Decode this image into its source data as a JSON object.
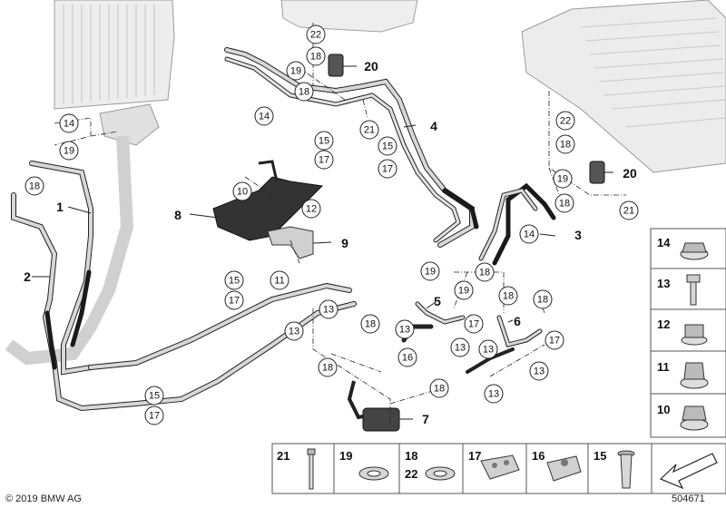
{
  "diagram": {
    "part_callouts": [
      {
        "id": "c14a",
        "text": "14"
      },
      {
        "id": "c19a",
        "text": "19"
      },
      {
        "id": "c18a",
        "text": "18"
      },
      {
        "id": "c22a",
        "text": "22"
      },
      {
        "id": "c18b",
        "text": "18"
      },
      {
        "id": "c19b",
        "text": "19"
      },
      {
        "id": "c18c",
        "text": "18"
      },
      {
        "id": "c14b",
        "text": "14"
      },
      {
        "id": "c21a",
        "text": "21"
      },
      {
        "id": "c15a",
        "text": "15"
      },
      {
        "id": "c17a",
        "text": "17"
      },
      {
        "id": "c15b",
        "text": "15"
      },
      {
        "id": "c17b",
        "text": "17"
      },
      {
        "id": "c10",
        "text": "10"
      },
      {
        "id": "c12",
        "text": "12"
      },
      {
        "id": "c11",
        "text": "11"
      },
      {
        "id": "c15c",
        "text": "15"
      },
      {
        "id": "c17c",
        "text": "17"
      },
      {
        "id": "c13a",
        "text": "13"
      },
      {
        "id": "c18d",
        "text": "18"
      },
      {
        "id": "c13b",
        "text": "13"
      },
      {
        "id": "c18e",
        "text": "18"
      },
      {
        "id": "c15d",
        "text": "15"
      },
      {
        "id": "c17d",
        "text": "17"
      },
      {
        "id": "c19c",
        "text": "19"
      },
      {
        "id": "c18f",
        "text": "18"
      },
      {
        "id": "c19d",
        "text": "19"
      },
      {
        "id": "c13c",
        "text": "13"
      },
      {
        "id": "c16",
        "text": "16"
      },
      {
        "id": "c13d",
        "text": "13"
      },
      {
        "id": "c17e",
        "text": "17"
      },
      {
        "id": "c18g",
        "text": "18"
      },
      {
        "id": "c18h",
        "text": "18"
      },
      {
        "id": "c13e",
        "text": "13"
      },
      {
        "id": "c17f",
        "text": "17"
      },
      {
        "id": "c13f",
        "text": "13"
      },
      {
        "id": "c18i",
        "text": "18"
      },
      {
        "id": "c13g",
        "text": "13"
      },
      {
        "id": "c22b",
        "text": "22"
      },
      {
        "id": "c18j",
        "text": "18"
      },
      {
        "id": "c19e",
        "text": "19"
      },
      {
        "id": "c18k",
        "text": "18"
      },
      {
        "id": "c14c",
        "text": "14"
      },
      {
        "id": "c21b",
        "text": "21"
      }
    ],
    "main_labels": [
      {
        "id": "l1",
        "text": "1"
      },
      {
        "id": "l2",
        "text": "2"
      },
      {
        "id": "l3",
        "text": "3"
      },
      {
        "id": "l4",
        "text": "4"
      },
      {
        "id": "l5",
        "text": "5"
      },
      {
        "id": "l6",
        "text": "6"
      },
      {
        "id": "l7",
        "text": "7"
      },
      {
        "id": "l8",
        "text": "8"
      },
      {
        "id": "l9",
        "text": "9"
      },
      {
        "id": "l20a",
        "text": "20"
      },
      {
        "id": "l20b",
        "text": "20"
      }
    ]
  },
  "legend_right": [
    {
      "num": "14",
      "icon": "flange-nut-icon"
    },
    {
      "num": "13",
      "icon": "hex-bolt-icon"
    },
    {
      "num": "12",
      "icon": "hex-nut-washer-icon"
    },
    {
      "num": "11",
      "icon": "hex-nut-collar-icon"
    },
    {
      "num": "10",
      "icon": "flange-nut-icon"
    }
  ],
  "legend_bottom": [
    {
      "num": "21",
      "icon": "long-screw-icon"
    },
    {
      "num": "19",
      "icon": "sealing-ring-icon"
    },
    {
      "num": "18",
      "num2": "22",
      "icon": "sealing-ring-icon"
    },
    {
      "num": "17",
      "icon": "pipe-clip-icon"
    },
    {
      "num": "16",
      "icon": "pipe-clip-icon"
    },
    {
      "num": "15",
      "icon": "expanding-rivet-icon"
    },
    {
      "num": "",
      "icon": "arrow-symbol-icon"
    }
  ],
  "footer": {
    "copyright": "© 2019 BMW AG",
    "drawing_no": "504671"
  },
  "colors": {
    "line": "#222222",
    "part_fill": "#e6e6e6",
    "pipe": "#bfbfbf",
    "dark_hose": "#1a1a1a",
    "legend_bg": "#e8e8e8"
  }
}
